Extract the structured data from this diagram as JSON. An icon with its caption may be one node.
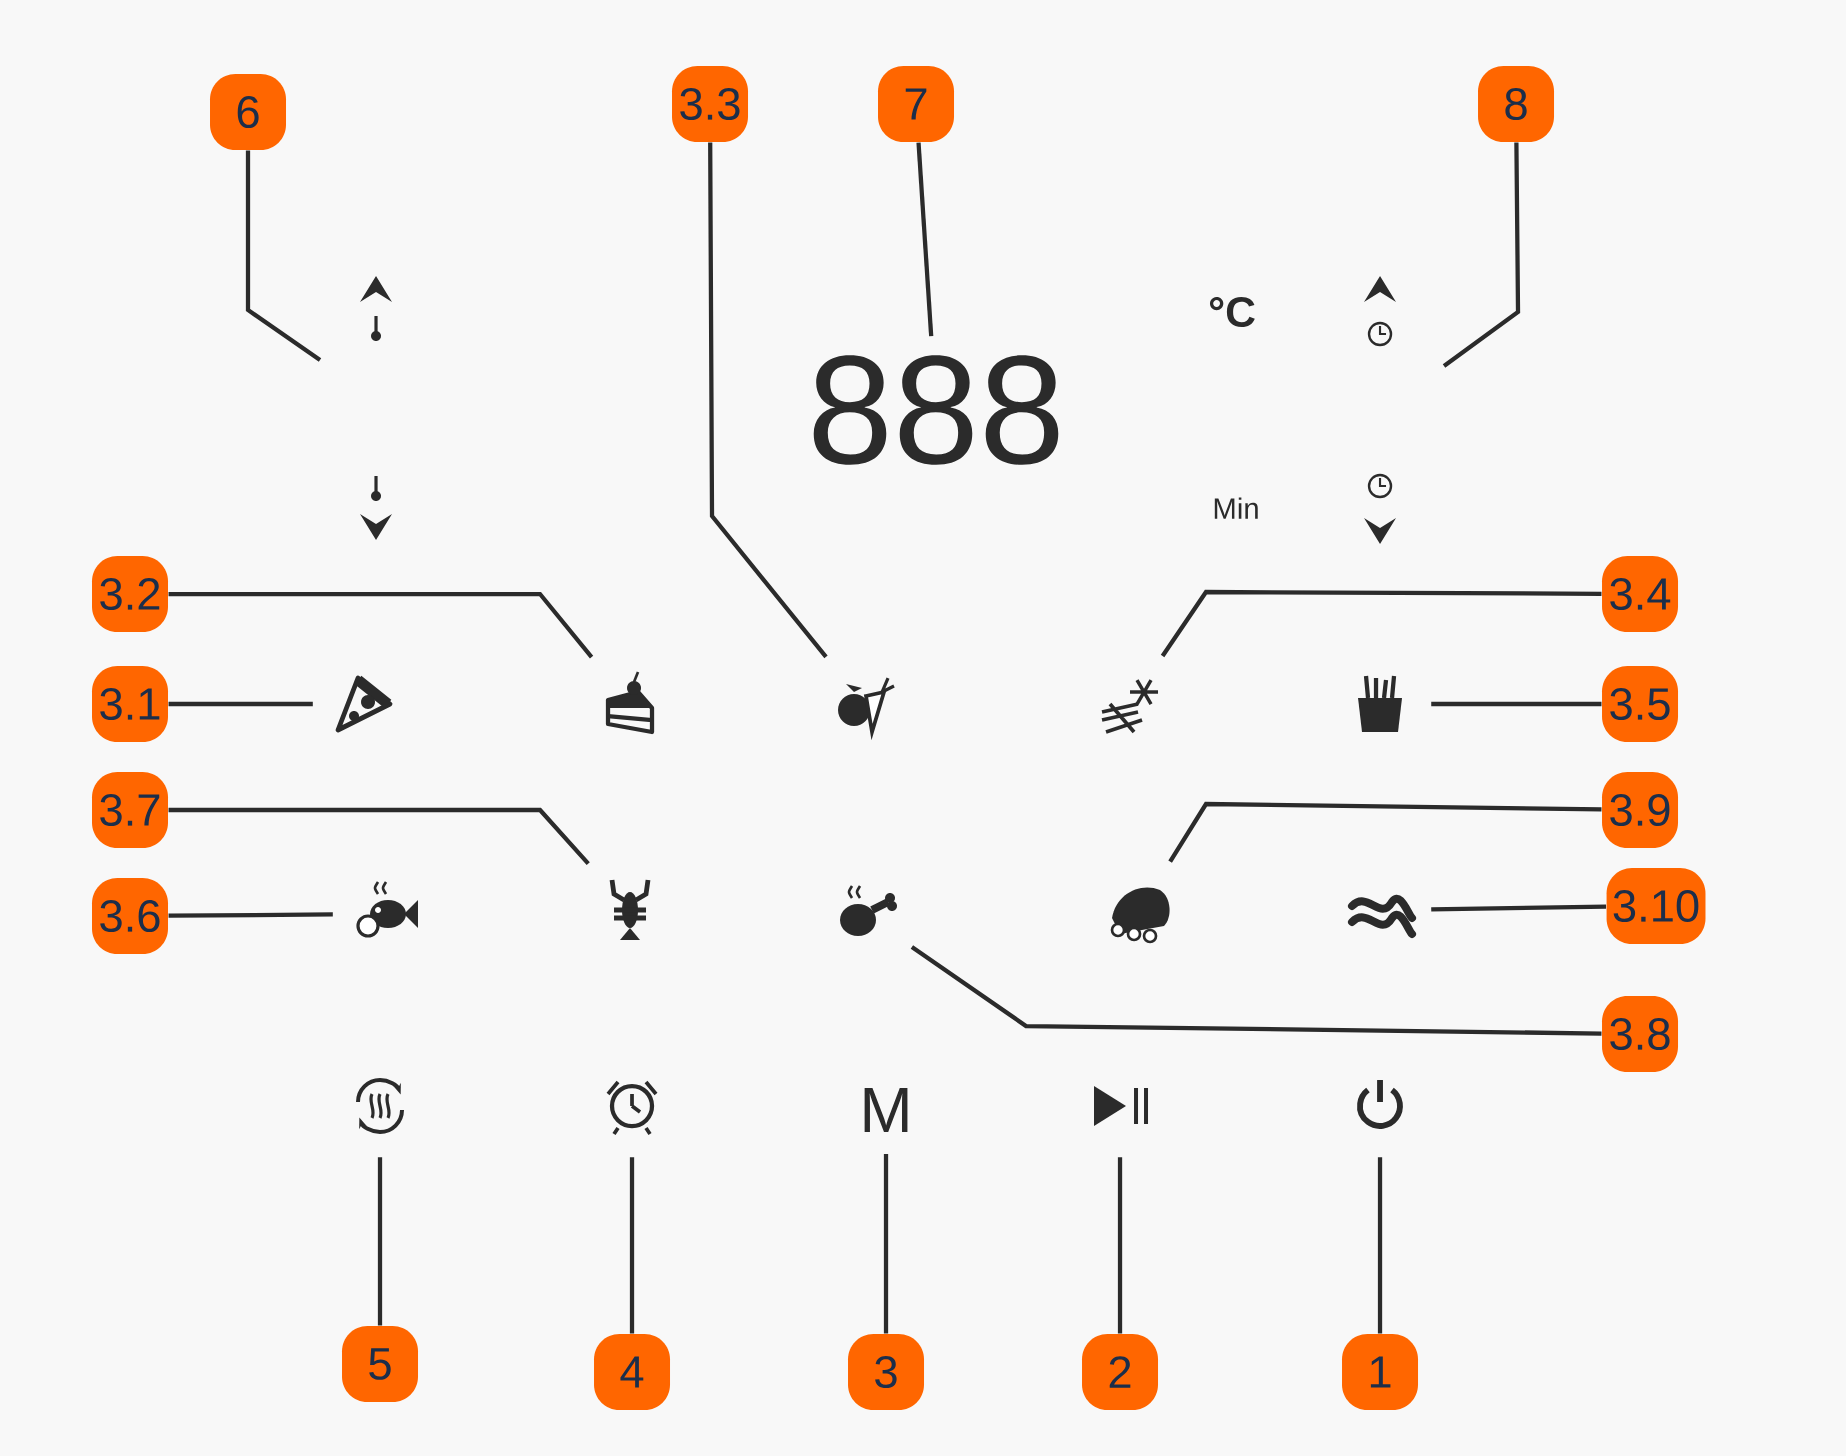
{
  "diagram": {
    "nodes": [
      {
        "text": [
          "6"
        ]
      },
      {
        "text": [
          "3.3"
        ]
      },
      {
        "text": [
          "7"
        ]
      },
      {
        "text": [
          "8"
        ]
      },
      {
        "text": [
          "3.2"
        ]
      },
      {
        "text": [
          "3.4"
        ]
      },
      {
        "text": [
          "3.1"
        ]
      },
      {
        "text": [
          "3.5"
        ]
      },
      {
        "text": [
          "3.7"
        ]
      },
      {
        "text": [
          "3.9"
        ]
      },
      {
        "text": [
          "3.6"
        ]
      },
      {
        "text": [
          "3.10"
        ]
      },
      {
        "text": [
          "3.8"
        ]
      },
      {
        "text": [
          "5"
        ]
      },
      {
        "text": [
          "4"
        ]
      },
      {
        "text": [
          "3"
        ]
      },
      {
        "text": [
          "2"
        ]
      },
      {
        "text": [
          "1"
        ]
      },
      {
        "text": [
          "888"
        ]
      },
      {
        "text": [],
        "shape": "pizza"
      },
      {
        "text": [],
        "shape": "cake"
      },
      {
        "text": [],
        "shape": "vegetables"
      },
      {
        "text": [],
        "shape": "snowflake"
      },
      {
        "text": [],
        "shape": "fries"
      },
      {
        "text": [],
        "shape": "fish"
      },
      {
        "text": [],
        "shape": "lobster"
      },
      {
        "text": [],
        "shape": "drumstick"
      },
      {
        "text": [],
        "shape": "meat"
      },
      {
        "text": [],
        "shape": "bacon"
      },
      {
        "text": [],
        "shape": "heat-cycle"
      },
      {
        "text": [],
        "shape": "alarm-clock"
      },
      {
        "text": [
          "M"
        ]
      },
      {
        "text": [],
        "shape": "play-pause"
      },
      {
        "text": [],
        "shape": "power"
      }
    ],
    "edges": [
      {
        "from": 0,
        "to": null,
        "arrow": "none"
      },
      {
        "from": 1,
        "to": 21,
        "arrow": "none"
      },
      {
        "from": 2,
        "to": 18,
        "arrow": "none"
      },
      {
        "from": 3,
        "to": null,
        "arrow": "none"
      },
      {
        "from": 4,
        "to": 20,
        "arrow": "none"
      },
      {
        "from": 5,
        "to": 22,
        "arrow": "none"
      },
      {
        "from": 6,
        "to": 19,
        "arrow": "none"
      },
      {
        "from": 7,
        "to": 23,
        "arrow": "none"
      },
      {
        "from": 8,
        "to": 25,
        "arrow": "none"
      },
      {
        "from": 9,
        "to": 27,
        "arrow": "none"
      },
      {
        "from": 10,
        "to": 24,
        "arrow": "none"
      },
      {
        "from": 11,
        "to": 28,
        "arrow": "none"
      },
      {
        "from": 12,
        "to": 26,
        "arrow": "none"
      },
      {
        "from": 13,
        "to": 29,
        "arrow": "none"
      },
      {
        "from": 14,
        "to": 30,
        "arrow": "none"
      },
      {
        "from": 15,
        "to": 31,
        "arrow": "none"
      },
      {
        "from": 16,
        "to": 32,
        "arrow": "none"
      },
      {
        "from": 17,
        "to": 33,
        "arrow": "none"
      }
    ],
    "labels": [
      "°C",
      "Min"
    ]
  }
}
